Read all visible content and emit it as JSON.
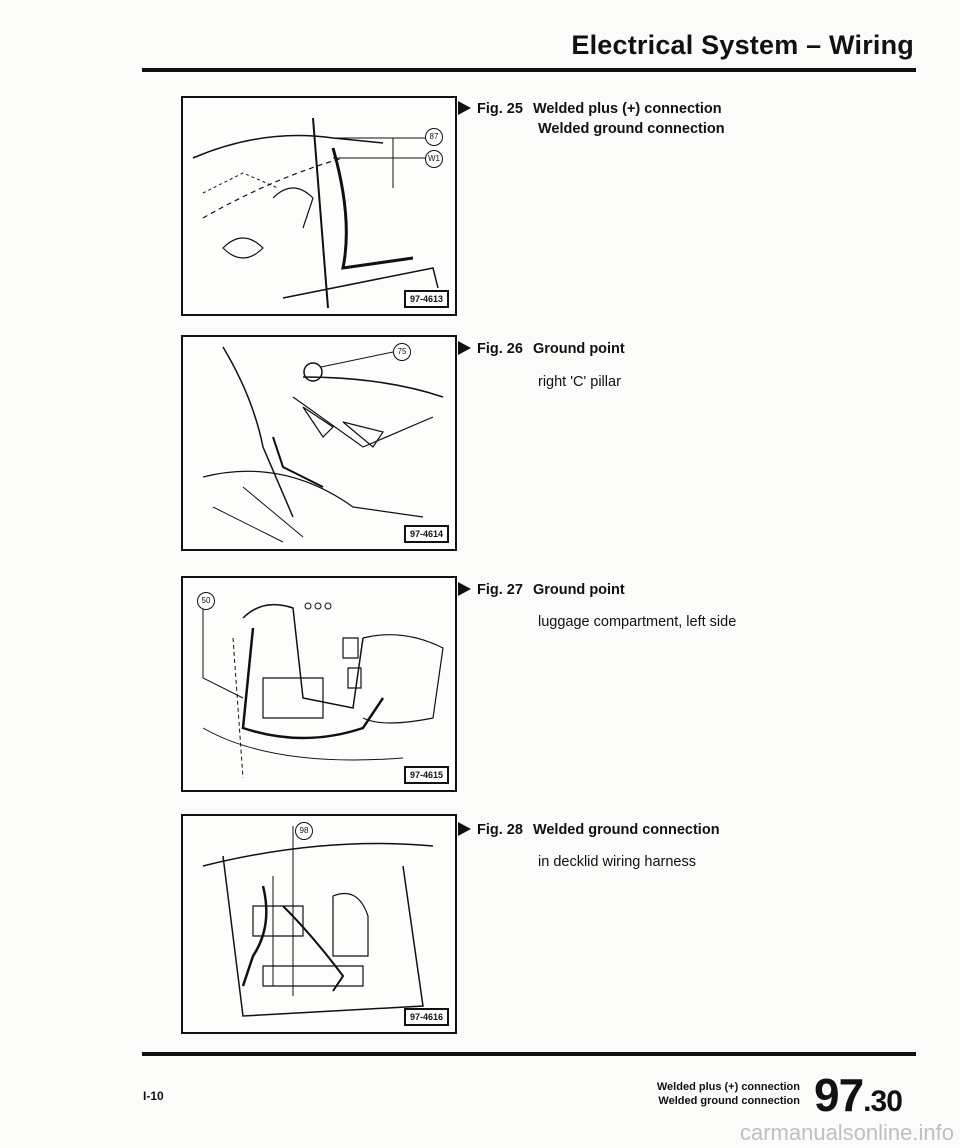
{
  "header": {
    "title": "Electrical System – Wiring"
  },
  "figures": [
    {
      "number": "97-4613",
      "callouts": [
        "87",
        "W1"
      ],
      "caption_fig": "Fig. 25",
      "caption_line1": "Welded plus (+) connection",
      "caption_line2": "Welded ground connection",
      "description": ""
    },
    {
      "number": "97-4614",
      "callouts": [
        "75"
      ],
      "caption_fig": "Fig. 26",
      "caption_line1": "Ground point",
      "caption_line2": "",
      "description": "right 'C' pillar"
    },
    {
      "number": "97-4615",
      "callouts": [
        "50"
      ],
      "caption_fig": "Fig. 27",
      "caption_line1": "Ground point",
      "caption_line2": "",
      "description": "luggage compartment, left side"
    },
    {
      "number": "97-4616",
      "callouts": [
        "98"
      ],
      "caption_fig": "Fig. 28",
      "caption_line1": "Welded ground connection",
      "caption_line2": "",
      "description": "in decklid wiring harness"
    }
  ],
  "footer": {
    "page": "I-10",
    "line1": "Welded plus (+) connection",
    "line2": "Welded ground connection",
    "section_main": "97",
    "section_sub": ".30"
  },
  "watermark": "carmanualsonline.info"
}
